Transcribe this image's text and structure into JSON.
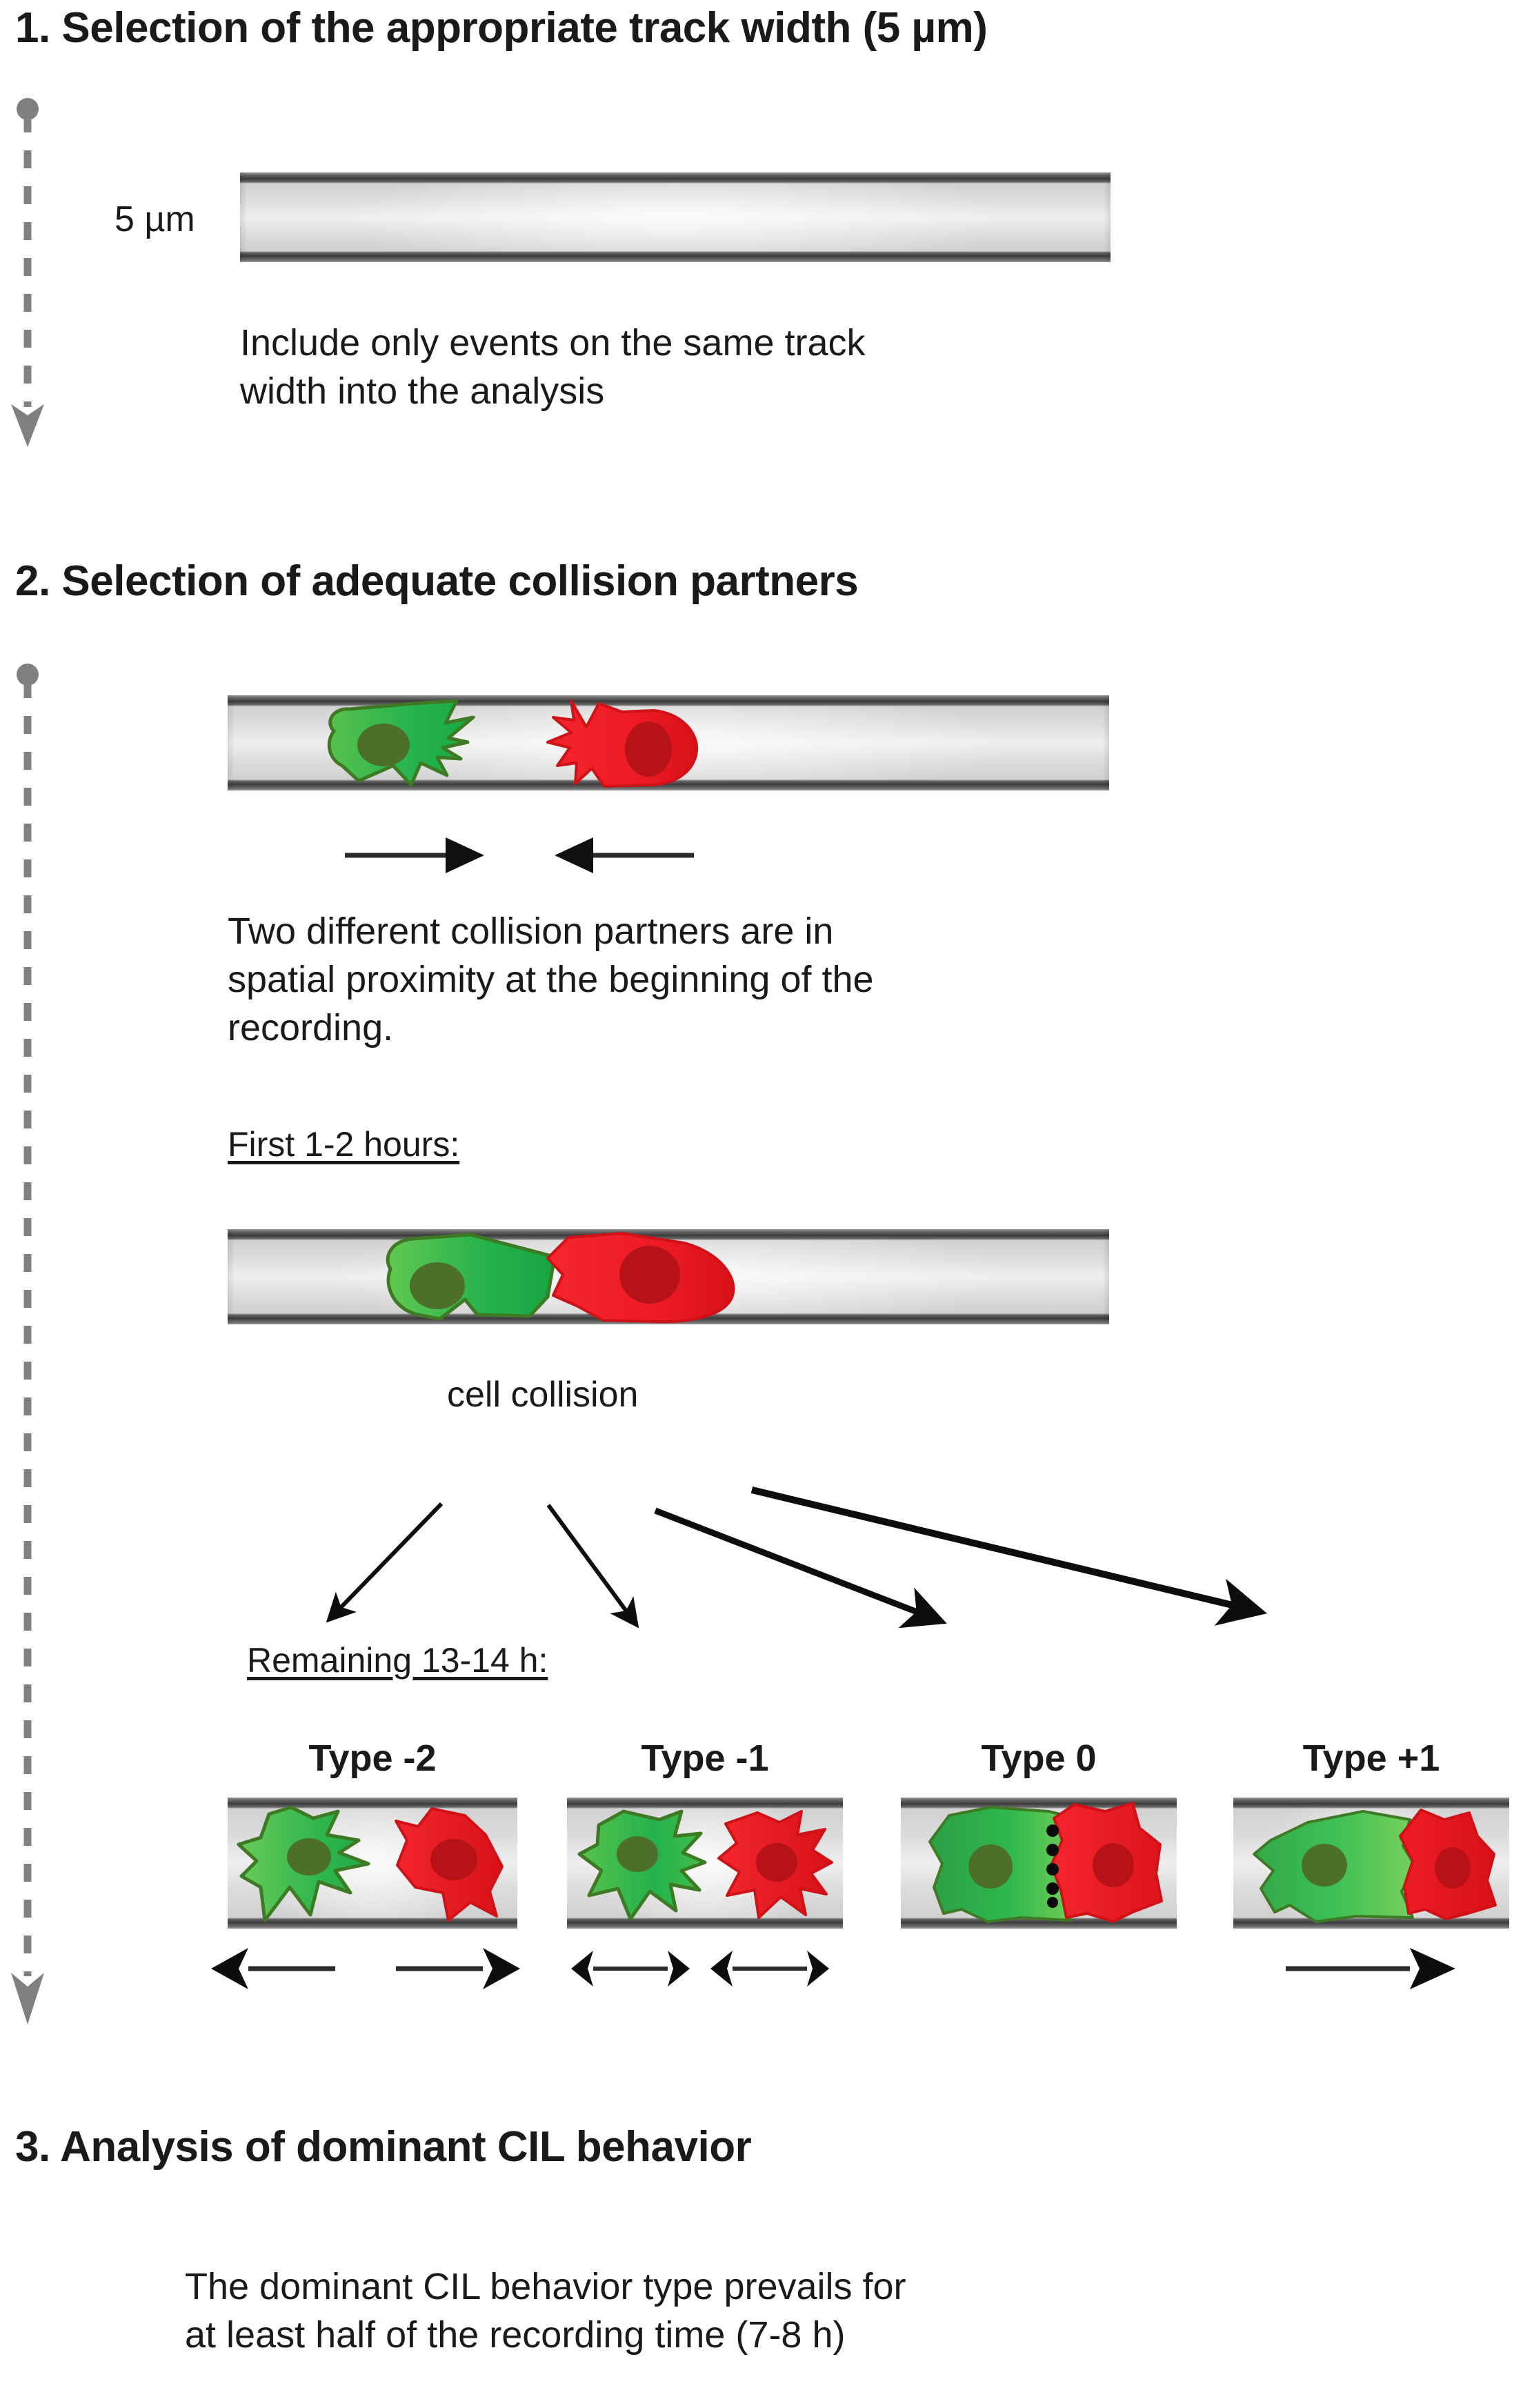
{
  "figure": {
    "kind": "workflow-diagram",
    "subject": "CIL (contact inhibition of locomotion) analysis workflow on micropatterned tracks"
  },
  "sections": [
    {
      "id": "step1",
      "title": "1. Selection of the appropriate track width (5 µm)",
      "track_label": "5 µm",
      "body": "Include  only  events  on  the  same  track width into the analysis",
      "body_lines": [
        "Include  only  events  on  the  same  track",
        "width into the analysis"
      ]
    },
    {
      "id": "step2",
      "title": "2. Selection of adequate collision partners",
      "body_lines": [
        "Two  different  collision  partners  are  in",
        "spatial  proximity  at  the  beginning  of  the",
        "recording."
      ],
      "phase1_label": "First 1-2 hours:",
      "collision_label": "cell collision",
      "phase2_label": "Remaining 13-14 h:",
      "types": [
        {
          "label": "Type -2",
          "arrows": "left-and-right-apart"
        },
        {
          "label": "Type -1",
          "arrows": "two-bidirectional"
        },
        {
          "label": "Type 0",
          "arrows": "none"
        },
        {
          "label": "Type +1",
          "arrows": "single-right"
        }
      ]
    },
    {
      "id": "step3",
      "title": "3.  Analysis of dominant CIL behavior",
      "body_lines": [
        "The dominant CIL behavior type prevails for",
        "at least half of the recording time (7-8 h)"
      ]
    }
  ],
  "colors": {
    "green_cell": "#21b24b",
    "green_cell_light": "#5ec64f",
    "green_cell_edge": "#3f7d22",
    "green_nucleus": "#4c6f2a",
    "red_cell": "#ed1b24",
    "red_cell_dark": "#d01018",
    "red_nucleus": "#b81219",
    "track_border": "#3c3c3c",
    "track_fill": "#e2e2e2",
    "flow_arrow": "#808080",
    "text": "#1a1a1a"
  },
  "icons": {
    "flow": "dashed-down-arrow",
    "diverge": "diagonal-arrow",
    "right": "right-arrow",
    "left": "left-arrow",
    "bidirectional": "double-headed-arrow"
  }
}
